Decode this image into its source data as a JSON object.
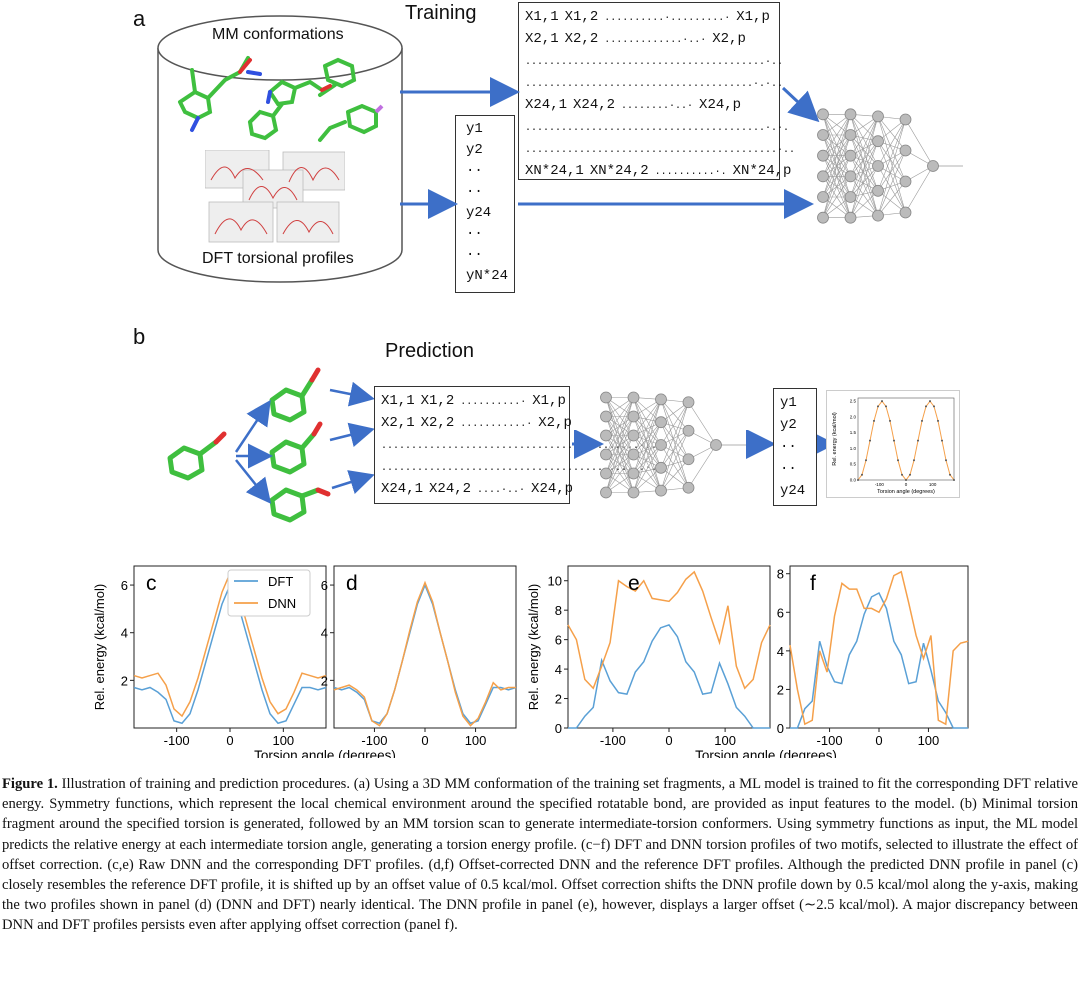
{
  "panel_a": {
    "label": "a",
    "title": "Training",
    "cylinder_top": "MM conformations",
    "cylinder_bottom": "DFT torsional profiles",
    "x_rows": [
      {
        "c1": "X1,1",
        "c2": "X1,2",
        "dots": "..........·.........·",
        "cp": "X1,p"
      },
      {
        "c1": "X2,1",
        "c2": "X2,2",
        "dots": ".............·..·",
        "cp": "X2,p"
      },
      {
        "c1": "",
        "c2": "",
        "dots": "........................................·..",
        "cp": ""
      },
      {
        "c1": "",
        "c2": "",
        "dots": "......................................·.·..",
        "cp": ""
      },
      {
        "c1": "X24,1",
        "c2": "X24,2",
        "dots": "........·..·",
        "cp": "X24,p"
      },
      {
        "c1": "",
        "c2": "",
        "dots": "........................................·.·.",
        "cp": ""
      },
      {
        "c1": "",
        "c2": "",
        "dots": "..........................................·..",
        "cp": ""
      },
      {
        "c1": "XN*24,1",
        "c2": "XN*24,2",
        "dots": "..........·.",
        "cp": "XN*24,p"
      }
    ],
    "y_col": [
      "y1",
      "y2",
      "··",
      "··",
      "y24",
      "··",
      "··",
      "yN*24"
    ]
  },
  "panel_b": {
    "label": "b",
    "title": "Prediction",
    "x_rows": [
      {
        "c1": "X1,1",
        "c2": "X1,2",
        "dots": "..........·",
        "cp": "X1,p"
      },
      {
        "c1": "X2,1",
        "c2": "X2,2",
        "dots": "...........·",
        "cp": "X2,p"
      },
      {
        "c1": "",
        "c2": "",
        "dots": "...........................................·..",
        "cp": ""
      },
      {
        "c1": "",
        "c2": "",
        "dots": "............................................·..",
        "cp": ""
      },
      {
        "c1": "X24,1",
        "c2": "X24,2",
        "dots": "....·..·",
        "cp": "X24,p"
      }
    ],
    "y_col": [
      "y1",
      "y2",
      "··",
      "··",
      "y24"
    ],
    "mini_plot": {
      "ylabel": "Rel. energy (kcal/mol)",
      "xlabel": "Torsion angle (degrees)",
      "yticks": [
        "0.0",
        "0.5",
        "1.0",
        "1.5",
        "2.0",
        "2.5"
      ],
      "xticks": [
        "-100",
        "0",
        "100"
      ]
    }
  },
  "legend": {
    "dft": "DFT",
    "dnn": "DNN"
  },
  "colors": {
    "dft": "#5aa0d6",
    "dnn": "#f5a04a",
    "mol_green": "#3fbf3f",
    "arrow": "#3d6fc8"
  },
  "chart_data": [
    {
      "type": "line",
      "panel": "c",
      "xlabel": "Torsion angle (degrees)",
      "ylabel": "Rel. energy (kcal/mol)",
      "xlim": [
        -180,
        180
      ],
      "ylim": [
        0,
        6.8
      ],
      "xticks": [
        -100,
        0,
        100
      ],
      "yticks": [
        2,
        4,
        6
      ],
      "x": [
        -180,
        -165,
        -150,
        -135,
        -120,
        -105,
        -90,
        -75,
        -60,
        -45,
        -30,
        -15,
        0,
        15,
        30,
        45,
        60,
        75,
        90,
        105,
        120,
        135,
        150,
        165,
        180
      ],
      "series": [
        {
          "name": "DFT",
          "values": [
            1.7,
            1.6,
            1.7,
            1.5,
            1.2,
            0.3,
            0.2,
            0.6,
            1.6,
            2.8,
            4.0,
            5.2,
            6.0,
            5.2,
            4.0,
            2.8,
            1.6,
            0.6,
            0.2,
            0.3,
            1.0,
            1.7,
            1.7,
            1.6,
            1.7
          ]
        },
        {
          "name": "DNN",
          "values": [
            2.2,
            2.1,
            2.2,
            2.3,
            1.8,
            0.8,
            0.5,
            1.1,
            2.1,
            3.3,
            4.5,
            5.7,
            6.5,
            5.7,
            4.5,
            3.3,
            2.1,
            1.1,
            0.6,
            0.8,
            1.5,
            2.3,
            2.2,
            2.1,
            2.2
          ]
        }
      ]
    },
    {
      "type": "line",
      "panel": "d",
      "xlim": [
        -180,
        180
      ],
      "ylim": [
        0,
        6.8
      ],
      "xticks": [
        -100,
        0,
        100
      ],
      "yticks": [
        2,
        4,
        6
      ],
      "x": [
        -180,
        -165,
        -150,
        -135,
        -120,
        -105,
        -90,
        -75,
        -60,
        -45,
        -30,
        -15,
        0,
        15,
        30,
        45,
        60,
        75,
        90,
        105,
        120,
        135,
        150,
        165,
        180
      ],
      "series": [
        {
          "name": "DFT",
          "values": [
            1.7,
            1.6,
            1.7,
            1.5,
            1.2,
            0.3,
            0.2,
            0.6,
            1.6,
            2.8,
            4.0,
            5.2,
            6.0,
            5.2,
            4.0,
            2.8,
            1.6,
            0.6,
            0.2,
            0.3,
            1.0,
            1.7,
            1.7,
            1.6,
            1.7
          ]
        },
        {
          "name": "DNN",
          "values": [
            1.6,
            1.7,
            1.8,
            1.6,
            1.3,
            0.3,
            0.1,
            0.6,
            1.6,
            2.8,
            4.1,
            5.3,
            6.1,
            5.3,
            4.0,
            2.8,
            1.5,
            0.5,
            0.1,
            0.4,
            1.1,
            1.9,
            1.6,
            1.7,
            1.7
          ]
        }
      ]
    },
    {
      "type": "line",
      "panel": "e",
      "xlabel": "Torsion angle (degrees)",
      "ylabel": "Rel. energy (kcal/mol)",
      "xlim": [
        -180,
        180
      ],
      "ylim": [
        0,
        11
      ],
      "xticks": [
        -100,
        0,
        100
      ],
      "yticks": [
        0,
        2,
        4,
        6,
        8,
        10
      ],
      "x": [
        -180,
        -165,
        -150,
        -135,
        -120,
        -105,
        -90,
        -75,
        -60,
        -45,
        -30,
        -15,
        0,
        15,
        30,
        45,
        60,
        75,
        90,
        105,
        120,
        135,
        150,
        165,
        180
      ],
      "series": [
        {
          "name": "DFT",
          "values": [
            0.0,
            0.0,
            0.8,
            1.4,
            4.6,
            3.2,
            2.4,
            2.3,
            3.8,
            4.5,
            5.9,
            6.8,
            7.0,
            6.2,
            4.5,
            3.8,
            2.3,
            2.4,
            4.4,
            3.0,
            1.4,
            0.8,
            0.0,
            0.0,
            0.0
          ]
        },
        {
          "name": "DNN",
          "values": [
            7.0,
            6.0,
            3.3,
            2.7,
            4.2,
            5.8,
            10.0,
            9.6,
            9.3,
            10.0,
            8.8,
            8.7,
            8.6,
            9.2,
            10.1,
            10.6,
            9.3,
            7.5,
            5.8,
            8.3,
            4.2,
            2.7,
            3.3,
            5.8,
            7.0
          ]
        }
      ]
    },
    {
      "type": "line",
      "panel": "f",
      "xlim": [
        -180,
        180
      ],
      "ylim": [
        0,
        8.4
      ],
      "xticks": [
        -100,
        0,
        100
      ],
      "yticks": [
        0,
        2,
        4,
        6,
        8
      ],
      "x": [
        -180,
        -165,
        -150,
        -135,
        -120,
        -105,
        -90,
        -75,
        -60,
        -45,
        -30,
        -15,
        0,
        15,
        30,
        45,
        60,
        75,
        90,
        105,
        120,
        135,
        150,
        165,
        180
      ],
      "series": [
        {
          "name": "DFT",
          "values": [
            0.0,
            0.0,
            1.0,
            1.4,
            4.5,
            3.2,
            2.4,
            2.3,
            3.8,
            4.5,
            5.9,
            6.8,
            7.0,
            6.2,
            4.5,
            3.8,
            2.3,
            2.4,
            4.4,
            3.0,
            1.4,
            0.8,
            0.0,
            0.0,
            0.0
          ]
        },
        {
          "name": "DNN",
          "values": [
            4.3,
            2.0,
            0.2,
            0.4,
            4.0,
            2.9,
            5.8,
            7.5,
            7.2,
            7.2,
            6.2,
            6.2,
            6.0,
            6.7,
            7.9,
            8.1,
            6.5,
            4.8,
            3.6,
            4.8,
            0.4,
            0.2,
            4.0,
            4.4,
            4.5
          ]
        }
      ]
    }
  ],
  "caption": {
    "lead": "Figure 1.",
    "text": " Illustration of training and prediction procedures. (a) Using a 3D MM conformation of the training set fragments, a ML model is trained to fit the corresponding DFT relative energy. Symmetry functions, which represent the local chemical environment around the specified rotatable bond, are provided as input features to the model. (b) Minimal torsion fragment around the specified torsion is generated, followed by an MM torsion scan to generate intermediate-torsion conformers. Using symmetry functions as input, the ML model predicts the relative energy at each intermediate torsion angle, generating a torsion energy profile. (c−f) DFT and DNN torsion profiles of two motifs, selected to illustrate the effect of offset correction. (c,e) Raw DNN and the corresponding DFT profiles. (d,f) Offset-corrected DNN and the reference DFT profiles. Although the predicted DNN profile in panel (c) closely resembles the reference DFT profile, it is shifted up by an offset value of 0.5 kcal/mol. Offset correction shifts the DNN profile down by 0.5 kcal/mol along the y-axis, making the two profiles shown in panel (d) (DNN and DFT) nearly identical. The DNN profile in panel (e), however, displays a larger offset (∼2.5 kcal/mol). A major discrepancy between DNN and DFT profiles persists even after applying offset correction (panel f)."
  }
}
